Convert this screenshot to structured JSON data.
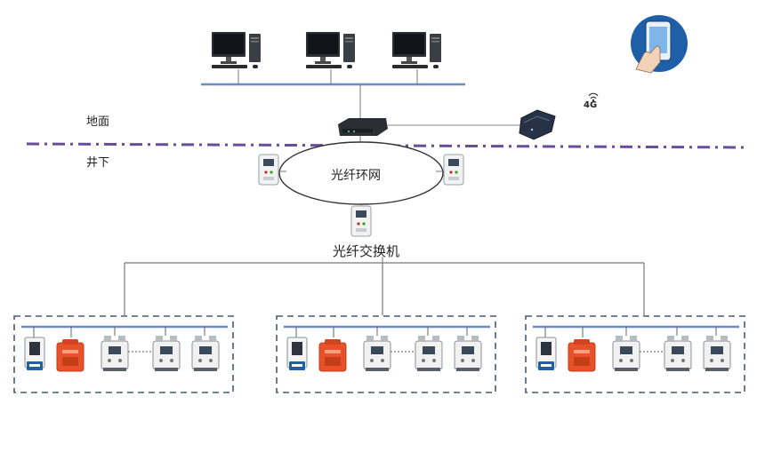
{
  "labels": {
    "surface": "地面",
    "underground": "井下",
    "fiber_ring": "光纤环网",
    "fiber_switch": "光纤交换机",
    "cellular": "4G"
  },
  "colors": {
    "boundary_line": "#6a4c9c",
    "network_bus": "#6c8ebf",
    "group_border": "#4a5a6a",
    "phone_badge": "#1f5fa8",
    "explosion_proof_box": "#e8512a"
  },
  "icons": {
    "workstation": "desktop-computer-icon",
    "gateway": "network-gateway-icon",
    "wireless_router": "4g-router-icon",
    "mobile": "smartphone-touch-icon",
    "ring_switch": "ring-network-node-icon",
    "monitor_station": "monitoring-substation-icon",
    "power_box": "explosion-proof-power-box-icon",
    "sensor_box": "switch-cabinet-icon"
  }
}
